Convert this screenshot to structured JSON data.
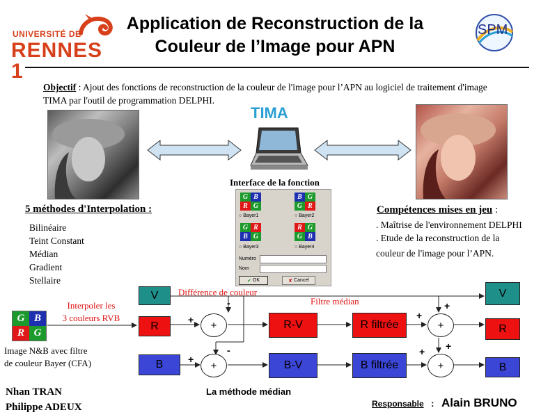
{
  "header": {
    "title_line1": "Application de Reconstruction de la",
    "title_line2": "Couleur de l’Image pour APN",
    "univ_top": "UNIVERSITÉ DE",
    "univ_name": "RENNES 1",
    "spm_logo": "SPM"
  },
  "objectif": {
    "label": "Objectif",
    "text": " : Ajout des fonctions de reconstruction de la couleur de l'image pour l’APN au logiciel de traitement d'image TIMA par l'outil de programmation DELPHI."
  },
  "tima_label": "TIMA",
  "interface": {
    "title": "Interface de la fonction",
    "bayer_labels": [
      "Bayer1",
      "Bayer2",
      "Bayer3",
      "Bayer4"
    ],
    "bayer_patterns": [
      [
        "G",
        "B",
        "R",
        "G"
      ],
      [
        "B",
        "G",
        "G",
        "R"
      ],
      [
        "G",
        "R",
        "B",
        "G"
      ],
      [
        "R",
        "G",
        "G",
        "B"
      ]
    ],
    "numero_label": "Numéro",
    "nom_label": "Nom",
    "ok_label": "OK",
    "cancel_label": "Cancel"
  },
  "methods": {
    "title": "5 méthodes d'Interpolation :",
    "items": [
      "Bilinéaire",
      "Teint Constant",
      "Médian",
      "Gradient",
      "Stellaire"
    ]
  },
  "competences": {
    "title": "Compétences mises en jeu",
    "colon": " :",
    "line1": ". Maîtrise de l'environnement DELPHI",
    "line2": ". Etude de la reconstruction de la",
    "line3": "couleur de l'image pour l’APN."
  },
  "diagram": {
    "cfa": [
      "G",
      "B",
      "R",
      "G"
    ],
    "interp_line1": "Interpoler les",
    "interp_line2": "3 couleurs RVB",
    "caption_line1": "Image N&B avec filtre",
    "caption_line2": "de couleur Bayer (CFA)",
    "diff_label": "Différence de couleur",
    "filter_label": "Filtre médian",
    "v_in": "V",
    "r_in": "R",
    "b_in": "B",
    "plus": "+",
    "minus": "-",
    "rv": "R-V",
    "bv": "B-V",
    "r_filt": "R filtrée",
    "b_filt": "B filtrée",
    "v_out": "V",
    "r_out": "R",
    "b_out": "B",
    "method_caption": "La méthode médian"
  },
  "footer": {
    "author1": "Nhan TRAN",
    "author2": "Philippe ADEUX",
    "resp_label": "Responsable",
    "resp_colon": ":",
    "resp_name": "Alain BRUNO"
  },
  "colors": {
    "teal": "#1f8f8a",
    "red": "#ee1111",
    "blue": "#3b45d6",
    "tima": "#2a9fd4",
    "univ": "#d7401a"
  }
}
